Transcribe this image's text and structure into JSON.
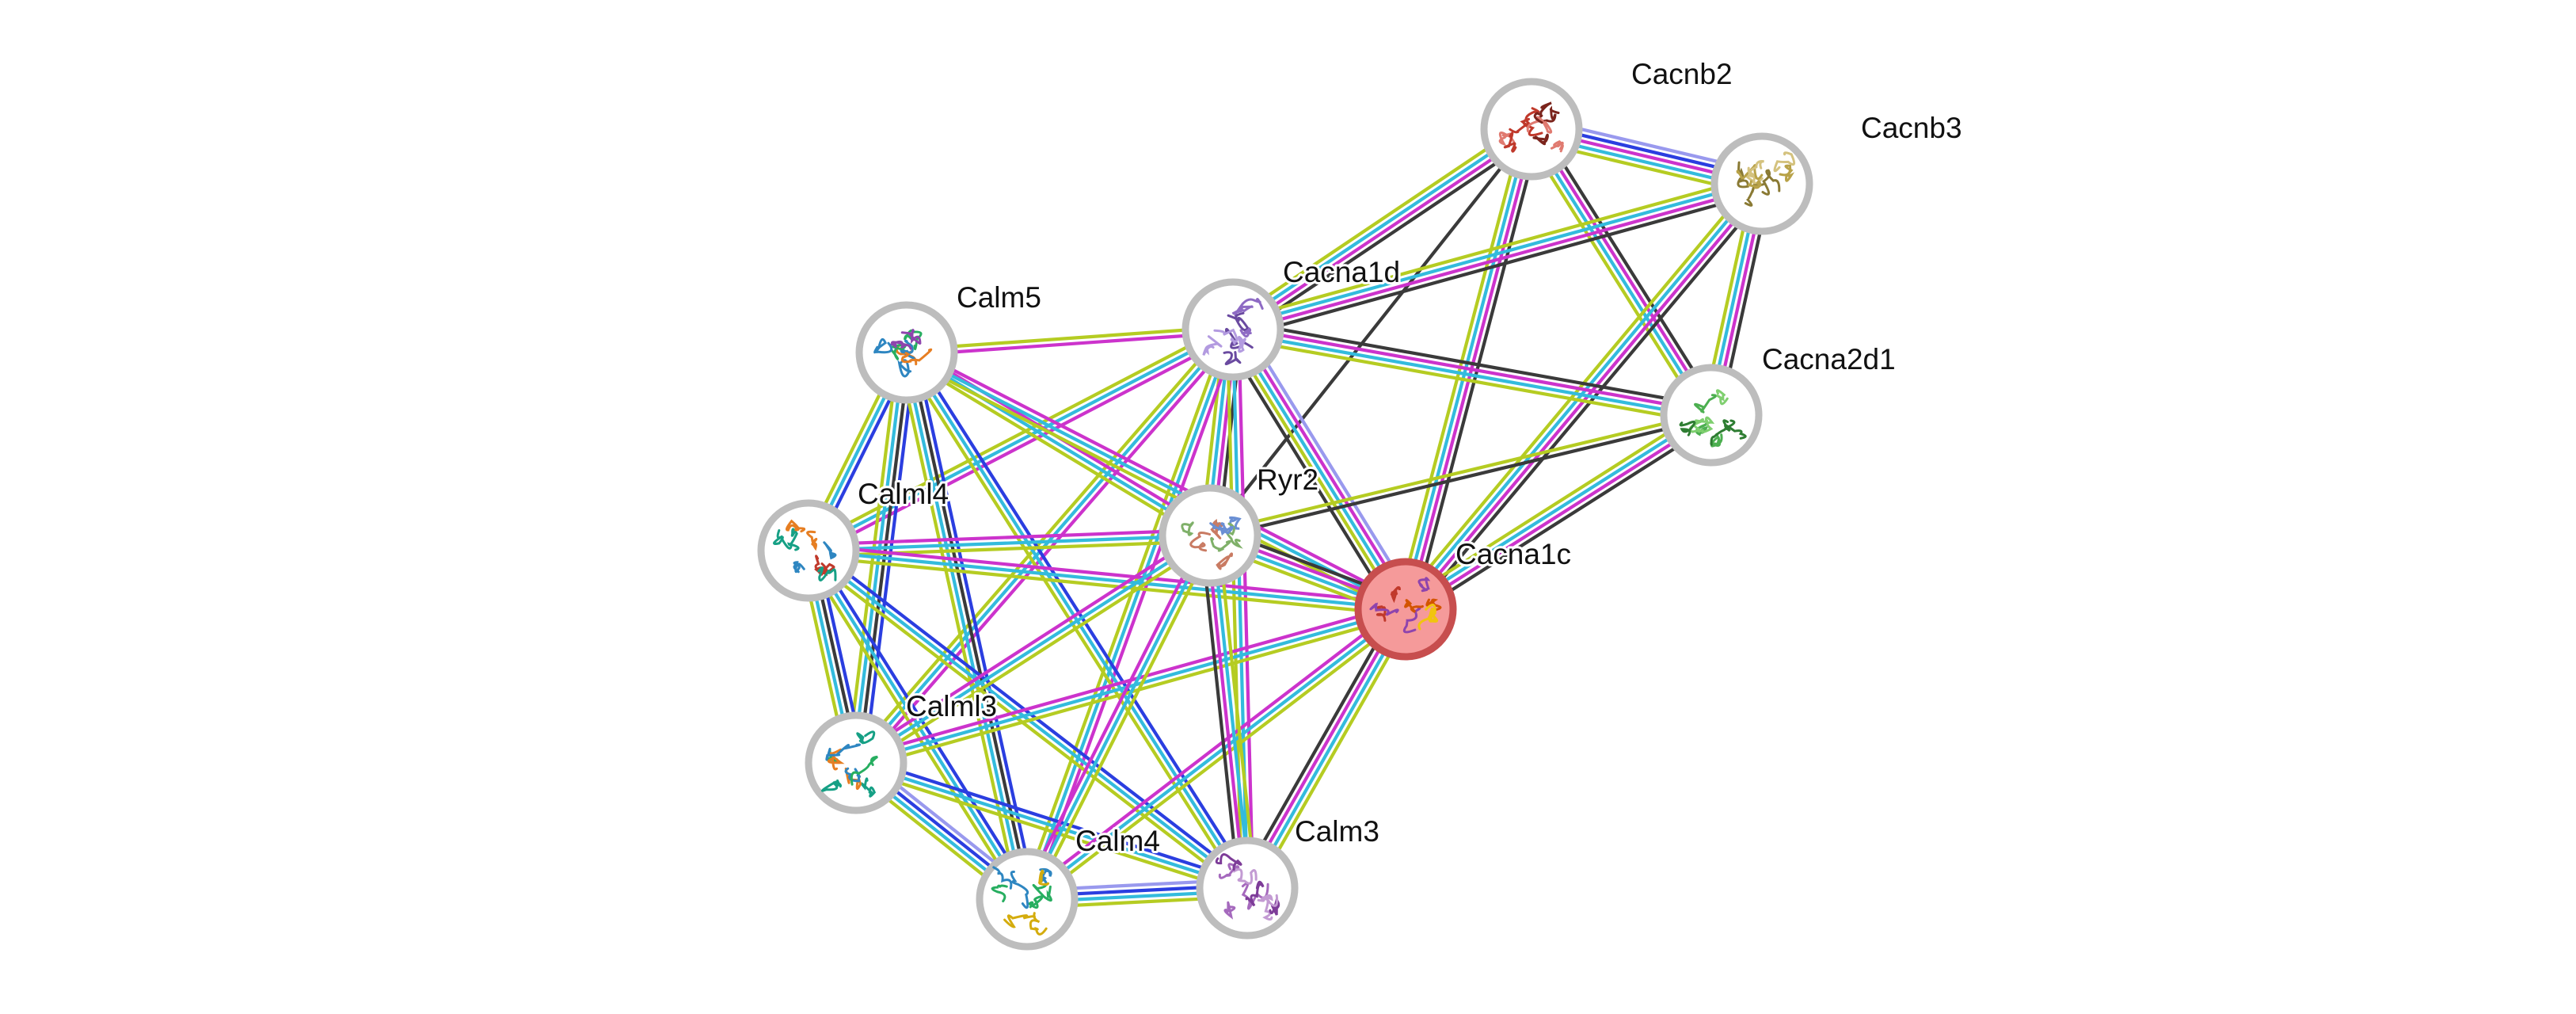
{
  "network": {
    "nodes": [
      {
        "id": "cacnb2",
        "label": "Cacnb2",
        "query": false,
        "glyph_colors": [
          "#c0392b",
          "#e07a70",
          "#7b241c"
        ]
      },
      {
        "id": "cacnb3",
        "label": "Cacnb3",
        "query": false,
        "glyph_colors": [
          "#b8a248",
          "#d4c27e",
          "#8a7a34"
        ]
      },
      {
        "id": "cacna1d",
        "label": "Cacna1d",
        "query": false,
        "glyph_colors": [
          "#8e6bc4",
          "#b39be0",
          "#6a4aa0"
        ]
      },
      {
        "id": "calm5",
        "label": "Calm5",
        "query": false,
        "glyph_colors": [
          "#2e86c1",
          "#27ae60",
          "#e67e22",
          "#8e44ad"
        ]
      },
      {
        "id": "cacna2d1",
        "label": "Cacna2d1",
        "query": false,
        "glyph_colors": [
          "#4caf50",
          "#7fcf6f",
          "#2e7d32"
        ]
      },
      {
        "id": "calml4",
        "label": "Calml4",
        "query": false,
        "glyph_colors": [
          "#16a085",
          "#2e86c1",
          "#e67e22",
          "#c0392b"
        ]
      },
      {
        "id": "ryr2",
        "label": "Ryr2",
        "query": false,
        "glyph_colors": [
          "#7fb069",
          "#c97b63",
          "#6a8fd4"
        ]
      },
      {
        "id": "cacna1c",
        "label": "Cacna1c",
        "query": true,
        "glyph_colors": [
          "#8e44ad",
          "#d35400",
          "#c0392b",
          "#f1c40f"
        ]
      },
      {
        "id": "calml3",
        "label": "Calml3",
        "query": false,
        "glyph_colors": [
          "#16a085",
          "#e67e22",
          "#2e86c1",
          "#27ae60"
        ]
      },
      {
        "id": "calm4",
        "label": "Calm4",
        "query": false,
        "glyph_colors": [
          "#27ae60",
          "#2e86c1",
          "#d4ac0d"
        ]
      },
      {
        "id": "calm3",
        "label": "Calm3",
        "query": false,
        "glyph_colors": [
          "#a569bd",
          "#c39bd3",
          "#7d3c98"
        ]
      }
    ],
    "edge_colors": {
      "k": "#3a3a3a",
      "m": "#cc33cc",
      "c": "#33bbdd",
      "y": "#b5cc22",
      "b": "#2b3ee0",
      "l": "#9999ee"
    },
    "edges": [
      {
        "source": "cacnb2",
        "target": "cacnb3",
        "types": "lbmcy"
      },
      {
        "source": "cacnb2",
        "target": "cacna1d",
        "types": "kmcy"
      },
      {
        "source": "cacnb2",
        "target": "cacna2d1",
        "types": "kmcy"
      },
      {
        "source": "cacnb2",
        "target": "cacna1c",
        "types": "kmcy"
      },
      {
        "source": "cacnb2",
        "target": "ryr2",
        "types": "k"
      },
      {
        "source": "cacnb3",
        "target": "cacna1d",
        "types": "kmcy"
      },
      {
        "source": "cacnb3",
        "target": "cacna2d1",
        "types": "kmcy"
      },
      {
        "source": "cacnb3",
        "target": "cacna1c",
        "types": "kmcy"
      },
      {
        "source": "cacna1d",
        "target": "cacna2d1",
        "types": "kmcy"
      },
      {
        "source": "cacna1d",
        "target": "cacna1c",
        "types": "lmcyk"
      },
      {
        "source": "cacna1d",
        "target": "ryr2",
        "types": "kmcy"
      },
      {
        "source": "cacna1d",
        "target": "calm5",
        "types": "my"
      },
      {
        "source": "cacna1d",
        "target": "calml4",
        "types": "mcy"
      },
      {
        "source": "cacna1d",
        "target": "calml3",
        "types": "mcy"
      },
      {
        "source": "cacna1d",
        "target": "calm4",
        "types": "mcy"
      },
      {
        "source": "cacna1d",
        "target": "calm3",
        "types": "mcy"
      },
      {
        "source": "cacna2d1",
        "target": "cacna1c",
        "types": "kmcy"
      },
      {
        "source": "cacna2d1",
        "target": "ryr2",
        "types": "ky"
      },
      {
        "source": "calm5",
        "target": "calml4",
        "types": "bcy"
      },
      {
        "source": "calm5",
        "target": "calml3",
        "types": "bkcy"
      },
      {
        "source": "calm5",
        "target": "calm4",
        "types": "bkcy"
      },
      {
        "source": "calm5",
        "target": "calm3",
        "types": "bcy"
      },
      {
        "source": "calm5",
        "target": "ryr2",
        "types": "mcy"
      },
      {
        "source": "calm5",
        "target": "cacna1c",
        "types": "mcy"
      },
      {
        "source": "calml4",
        "target": "calml3",
        "types": "bkcy"
      },
      {
        "source": "calml4",
        "target": "calm4",
        "types": "bcy"
      },
      {
        "source": "calml4",
        "target": "calm3",
        "types": "bcy"
      },
      {
        "source": "calml4",
        "target": "ryr2",
        "types": "mcy"
      },
      {
        "source": "calml4",
        "target": "cacna1c",
        "types": "mcy"
      },
      {
        "source": "calml3",
        "target": "calm4",
        "types": "lbcy"
      },
      {
        "source": "calml3",
        "target": "calm3",
        "types": "bcy"
      },
      {
        "source": "calml3",
        "target": "ryr2",
        "types": "mcy"
      },
      {
        "source": "calml3",
        "target": "cacna1c",
        "types": "mcy"
      },
      {
        "source": "calm4",
        "target": "calm3",
        "types": "lbcy"
      },
      {
        "source": "calm4",
        "target": "ryr2",
        "types": "mcy"
      },
      {
        "source": "calm4",
        "target": "cacna1c",
        "types": "mcy"
      },
      {
        "source": "calm3",
        "target": "ryr2",
        "types": "kmcy"
      },
      {
        "source": "calm3",
        "target": "cacna1c",
        "types": "kmcy"
      },
      {
        "source": "ryr2",
        "target": "cacna1c",
        "types": "kmcy"
      }
    ]
  }
}
